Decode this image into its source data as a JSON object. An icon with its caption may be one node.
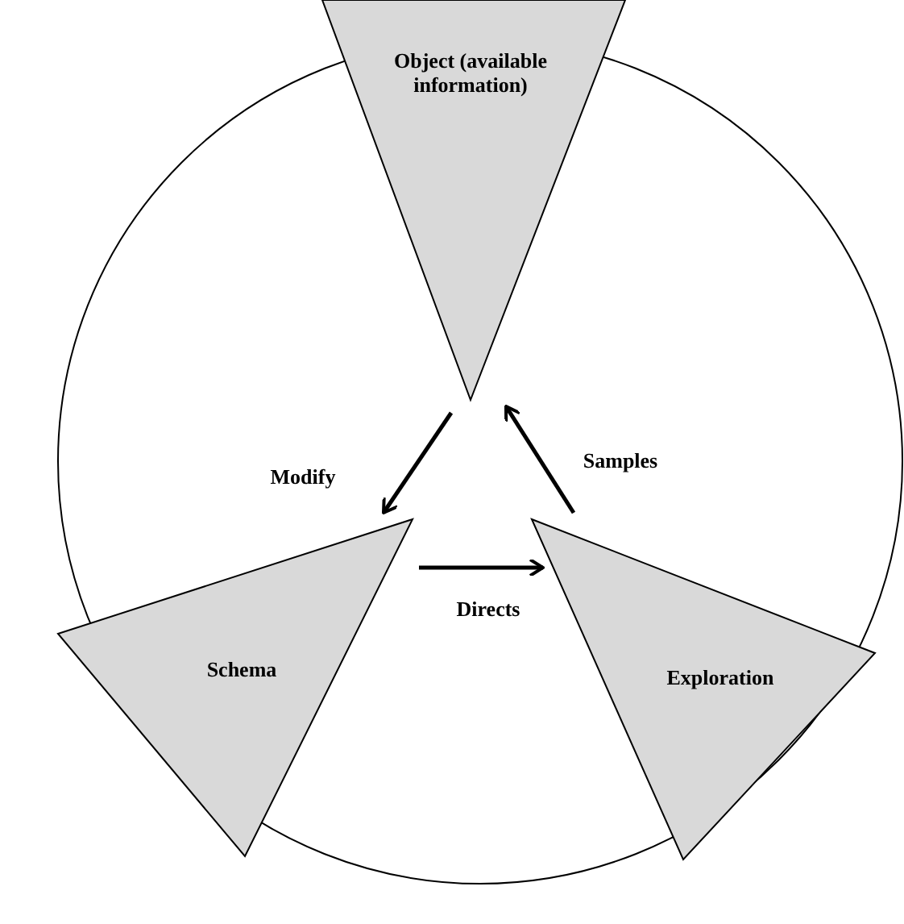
{
  "diagram": {
    "nodes": [
      {
        "text": [],
        "shape": "circle"
      },
      {
        "text": [
          "Object (available information)"
        ],
        "in": 0
      },
      {
        "text": [
          "Schema"
        ],
        "in": 0
      },
      {
        "text": [
          "Exploration"
        ],
        "in": 0
      }
    ],
    "edges": [
      {
        "from": 1,
        "to": 2,
        "arrow": "to",
        "label": "Modify"
      },
      {
        "from": 2,
        "to": 3,
        "arrow": "to",
        "label": "Directs"
      },
      {
        "from": 3,
        "to": 1,
        "arrow": "to",
        "label": "Samples"
      }
    ]
  }
}
